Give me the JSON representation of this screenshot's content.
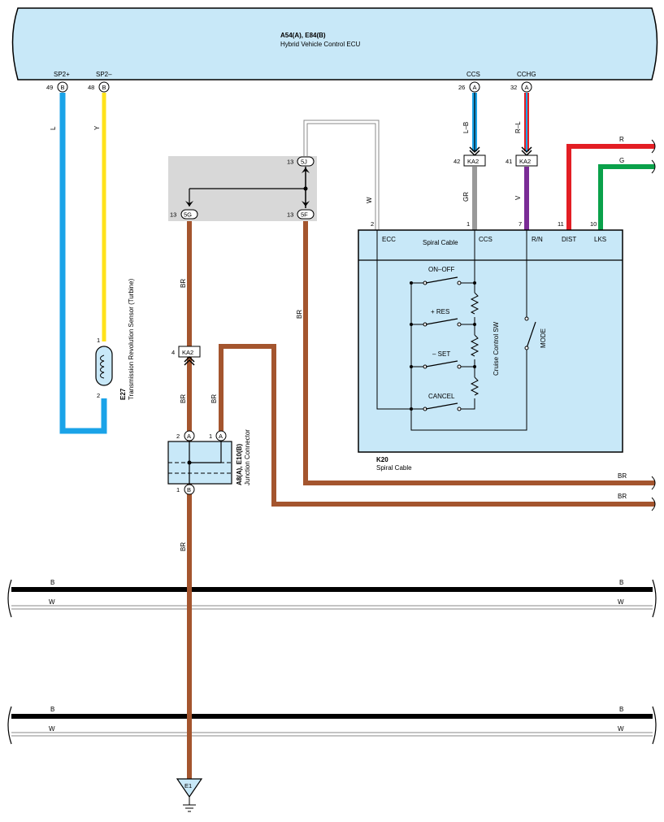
{
  "ecu": {
    "code": "A54(A), E84(B)",
    "name": "Hybrid Vehicle Control ECU",
    "terminals": {
      "sp2p": {
        "label": "SP2+",
        "pin": "49",
        "conn": "B"
      },
      "sp2m": {
        "label": "SP2–",
        "pin": "48",
        "conn": "B"
      },
      "ccs": {
        "label": "CCS",
        "pin": "26",
        "conn": "A"
      },
      "cchg": {
        "label": "CCHG",
        "pin": "32",
        "conn": "A"
      }
    }
  },
  "wires": {
    "l": "L",
    "y": "Y",
    "lb": "L–B",
    "rl": "R–L",
    "w": "W",
    "gr": "GR",
    "v": "V",
    "r": "R",
    "g": "G",
    "br": "BR",
    "b": "B"
  },
  "ka2": {
    "label": "KA2",
    "pin42": "42",
    "pin41": "41",
    "pin4": "4"
  },
  "junction_block": {
    "pin13": "13",
    "c5j": "5J",
    "c5g": "5G",
    "c5f": "5F"
  },
  "sensor": {
    "code": "E27",
    "name": "Transmission Revolution Sensor (Turbine)",
    "pin1": "1",
    "pin2": "2"
  },
  "junction_connector": {
    "code": "A8(A), E10(B)",
    "name": "Junction Connector",
    "pin2": "2",
    "pin1": "1",
    "connA": "A",
    "connB": "B"
  },
  "spiral": {
    "code": "K20",
    "name": "Spiral Cable",
    "inner_label": "Spiral Cable",
    "pins": {
      "ecc": "2",
      "ccs": "1",
      "rn": "7",
      "dist": "11",
      "lks": "10"
    },
    "terms": {
      "ecc": "ECC",
      "ccs": "CCS",
      "rn": "R/N",
      "dist": "DIST",
      "lks": "LKS"
    },
    "switch_group": "Cruise Control SW",
    "switches": [
      "ON–OFF",
      "+ RES",
      "– SET",
      "CANCEL"
    ],
    "mode": "MODE"
  },
  "ground": {
    "label": "E1"
  },
  "colors": {
    "ecu_fill": "#c8e8f8",
    "blue": "#1aa3e8",
    "yellow": "#ffe21a",
    "brown": "#a4552e",
    "gray": "#999999",
    "purple": "#7a2c96",
    "red": "#e31e24",
    "green": "#0aa14a",
    "shade": "#d8d8d8"
  }
}
